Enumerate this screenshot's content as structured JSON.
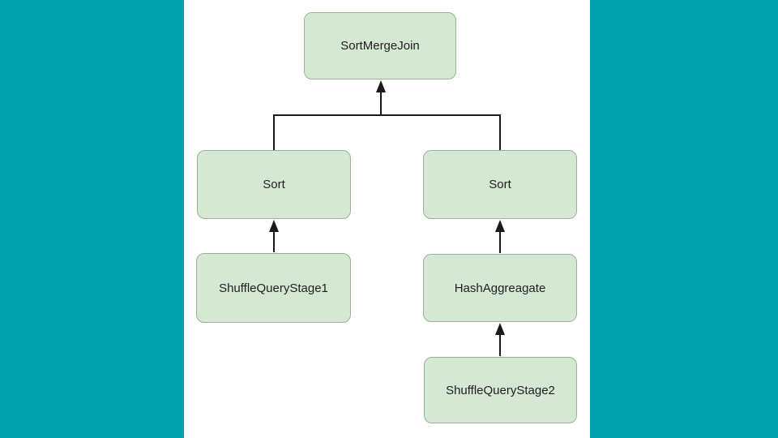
{
  "diagram": {
    "title": "query-plan-tree",
    "nodes": [
      {
        "id": "sortmergejoin",
        "label": "SortMergeJoin"
      },
      {
        "id": "sort-left",
        "label": "Sort"
      },
      {
        "id": "sort-right",
        "label": "Sort"
      },
      {
        "id": "shufflequerystage1",
        "label": "ShuffleQueryStage1"
      },
      {
        "id": "hashaggreagate",
        "label": "HashAggreagate"
      },
      {
        "id": "shufflequerystage2",
        "label": "ShuffleQueryStage2"
      }
    ],
    "edges": [
      {
        "from": "sort-left",
        "to": "sortmergejoin",
        "arrow": "up"
      },
      {
        "from": "sort-right",
        "to": "sortmergejoin",
        "arrow": "up"
      },
      {
        "from": "shufflequerystage1",
        "to": "sort-left",
        "arrow": "up"
      },
      {
        "from": "hashaggreagate",
        "to": "sort-right",
        "arrow": "up"
      },
      {
        "from": "shufflequerystage2",
        "to": "hashaggreagate",
        "arrow": "up"
      }
    ]
  },
  "colors": {
    "background_teal": "#00a2ad",
    "canvas_white": "#ffffff",
    "node_fill": "#d5e8d4",
    "node_border": "#9bb290",
    "connector": "#1a1a1a",
    "node_text": "#1f1f1f"
  }
}
